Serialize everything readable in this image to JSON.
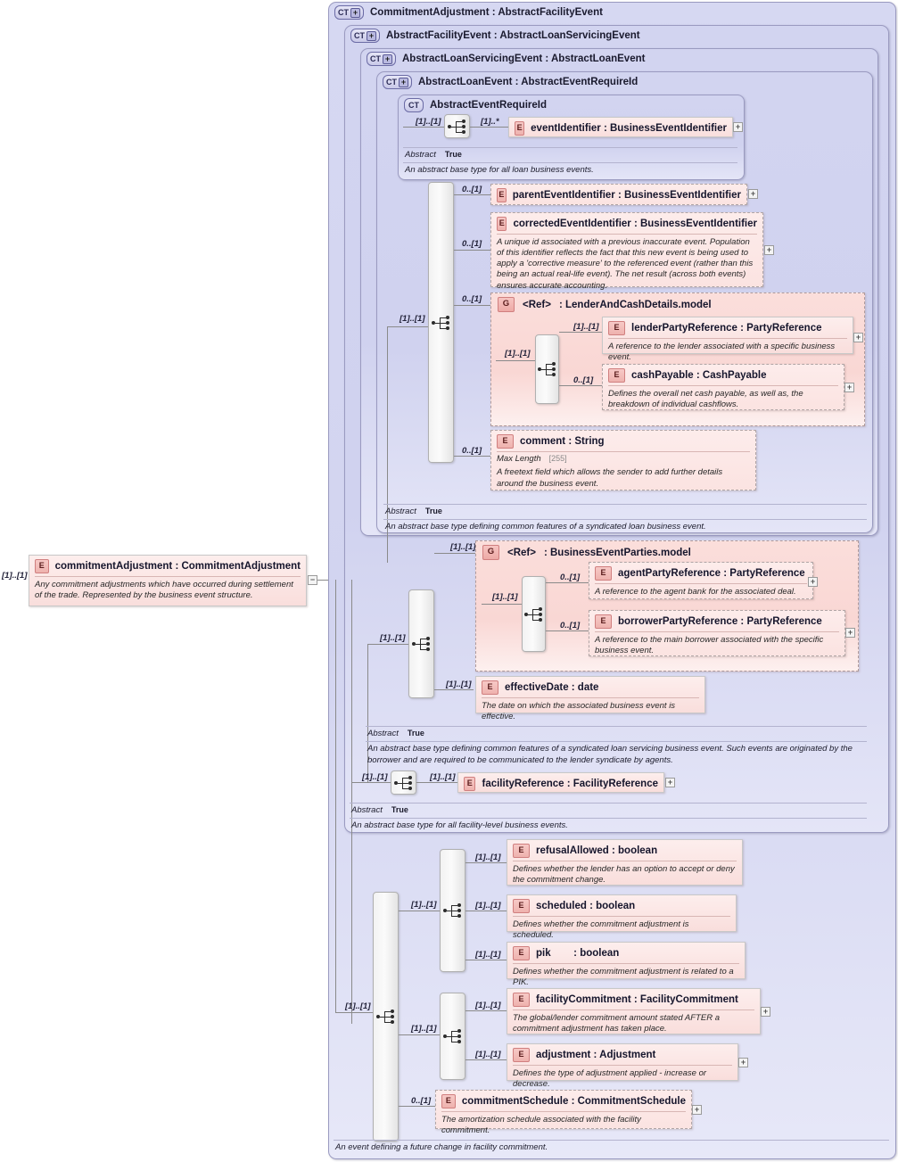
{
  "diagram": {
    "kind": "xsd-schema-diagram",
    "root_element": {
      "badge": "E",
      "title": "commitmentAdjustment : CommitmentAdjustment",
      "doc": "Any commitment adjustments which have occurred during settlement of the trade. Represented by the business event structure.",
      "cardinality": "[1]..[1]",
      "toggle": "−"
    },
    "containers": [
      {
        "badge": "CT",
        "badge_plus": "+",
        "title": "CommitmentAdjustment : AbstractFacilityEvent"
      },
      {
        "badge": "CT",
        "badge_plus": "+",
        "title": "AbstractFacilityEvent : AbstractLoanServicingEvent"
      },
      {
        "badge": "CT",
        "badge_plus": "+",
        "title": "AbstractLoanServicingEvent : AbstractLoanEvent"
      },
      {
        "badge": "CT",
        "badge_plus": "+",
        "title": "AbstractLoanEvent : AbstractEventRequireId"
      },
      {
        "badge": "CT",
        "badge_plus": "",
        "title": "AbstractEventRequireId"
      }
    ],
    "footers": {
      "abstract_label": "Abstract",
      "abstract_value": "True",
      "event_required_id_doc": "An abstract base type for all loan business events.",
      "loan_event_doc": "An abstract base type defining common features of a syndicated loan business event.",
      "loan_servicing_doc": "An abstract base type defining common features of a syndicated loan servicing business event. Such events are originated by the borrower and are required to be communicated to the lender syndicate by agents.",
      "facility_event_doc": "An abstract base type for all facility-level business events.",
      "commitment_adjustment_doc": "An event defining a future change in facility commitment."
    },
    "elements": {
      "eventIdentifier": {
        "badge": "E",
        "title": "eventIdentifier : BusinessEventIdentifier",
        "cardinality": "[1]..*",
        "toggle": "+"
      },
      "parentEventIdentifier": {
        "badge": "E",
        "title": "parentEventIdentifier : BusinessEventIdentifier",
        "cardinality": "0..[1]",
        "toggle": "+"
      },
      "correctedEventIdentifier": {
        "badge": "E",
        "title": "correctedEventIdentifier : BusinessEventIdentifier",
        "doc": "A unique id associated with a previous inaccurate event. Population of this identifier reflects the fact that this new event is being used to apply a 'corrective measure' to the referenced event (rather than this being an actual real-life event). The net result (across both events) ensures accurate accounting.",
        "cardinality": "0..[1]",
        "toggle": "+"
      },
      "lenderPartyReference": {
        "badge": "E",
        "title": "lenderPartyReference : PartyReference",
        "doc": "A reference to the lender associated with a specific business event.",
        "cardinality": "[1]..[1]",
        "toggle": "+"
      },
      "cashPayable": {
        "badge": "E",
        "title": "cashPayable : CashPayable",
        "doc": "Defines the overall net cash payable, as well as, the breakdown of individual cashflows.",
        "cardinality": "0..[1]",
        "toggle": "+"
      },
      "comment": {
        "badge": "E",
        "title": "comment : String",
        "facet_label": "Max Length",
        "facet_value": "[255]",
        "doc": "A freetext field which allows the sender to add further details around the business event.",
        "cardinality": "0..[1]"
      },
      "agentPartyReference": {
        "badge": "E",
        "title": "agentPartyReference : PartyReference",
        "doc": "A reference to the agent bank for the associated deal.",
        "cardinality": "0..[1]",
        "toggle": "+"
      },
      "borrowerPartyReference": {
        "badge": "E",
        "title": "borrowerPartyReference : PartyReference",
        "doc": "A reference to the main borrower associated with the specific business event.",
        "cardinality": "0..[1]",
        "toggle": "+"
      },
      "effectiveDate": {
        "badge": "E",
        "title": "effectiveDate : date",
        "doc": "The date on which the associated business event is effective.",
        "cardinality": "[1]..[1]"
      },
      "facilityReference": {
        "badge": "E",
        "title": "facilityReference : FacilityReference",
        "cardinality": "[1]..[1]",
        "toggle": "+"
      },
      "refusalAllowed": {
        "badge": "E",
        "title": "refusalAllowed : boolean",
        "doc": "Defines whether the lender has an option to accept or deny the commitment change.",
        "cardinality": "[1]..[1]"
      },
      "scheduled": {
        "badge": "E",
        "title": "scheduled : boolean",
        "doc": "Defines whether the commitment adjustment is scheduled.",
        "cardinality": "[1]..[1]"
      },
      "pik": {
        "badge": "E",
        "title": "pik        : boolean",
        "doc": "Defines whether the commitment adjustment is related to a PIK.",
        "cardinality": "[1]..[1]"
      },
      "facilityCommitment": {
        "badge": "E",
        "title": "facilityCommitment : FacilityCommitment",
        "doc": "The global/lender commitment amount stated AFTER a commitment adjustment has taken place.",
        "cardinality": "[1]..[1]",
        "toggle": "+"
      },
      "adjustment": {
        "badge": "E",
        "title": "adjustment : Adjustment",
        "doc": "Defines the type of adjustment applied - increase or decrease.",
        "cardinality": "[1]..[1]",
        "toggle": "+"
      },
      "commitmentSchedule": {
        "badge": "E",
        "title": "commitmentSchedule : CommitmentSchedule",
        "doc": "The amortization schedule associated with the facility commitment.",
        "cardinality": "0..[1]",
        "toggle": "+"
      }
    },
    "groups": {
      "lenderAndCashDetails": {
        "badge": "G",
        "ref": "<Ref>",
        "title": ": LenderAndCashDetails.model",
        "cardinality": "0..[1]",
        "inner_cardinality": "[1]..[1]"
      },
      "businessEventParties": {
        "badge": "G",
        "ref": "<Ref>",
        "title": ": BusinessEventParties.model",
        "cardinality": "[1]..[1]",
        "inner_cardinality": "[1]..[1]"
      }
    },
    "sequences": {
      "eventRequireId": {
        "cardinality": "[1]..[1]"
      },
      "loanEvent": {
        "cardinality": "[1]..[1]"
      },
      "loanServicing": {
        "cardinality": "[1]..[1]"
      },
      "facilityEvent": {
        "cardinality": "[1]..[1]"
      },
      "commitmentOuter": {
        "cardinality": "[1]..[1]"
      },
      "commitmentInnerTop": {
        "cardinality": "[1]..[1]"
      },
      "commitmentInnerBottom": {
        "cardinality": "[1]..[1]"
      }
    },
    "colors": {
      "container_bg": "#d4d6f1",
      "container_border": "#9a9ac0",
      "element_bg": "#fbe3e1",
      "element_border": "#c8c8c8",
      "group_bg": "#f9d7d4",
      "line": "#8a8a8a",
      "badge_e": "#eeb2ae",
      "badge_ct": "#c9c9e8"
    }
  }
}
